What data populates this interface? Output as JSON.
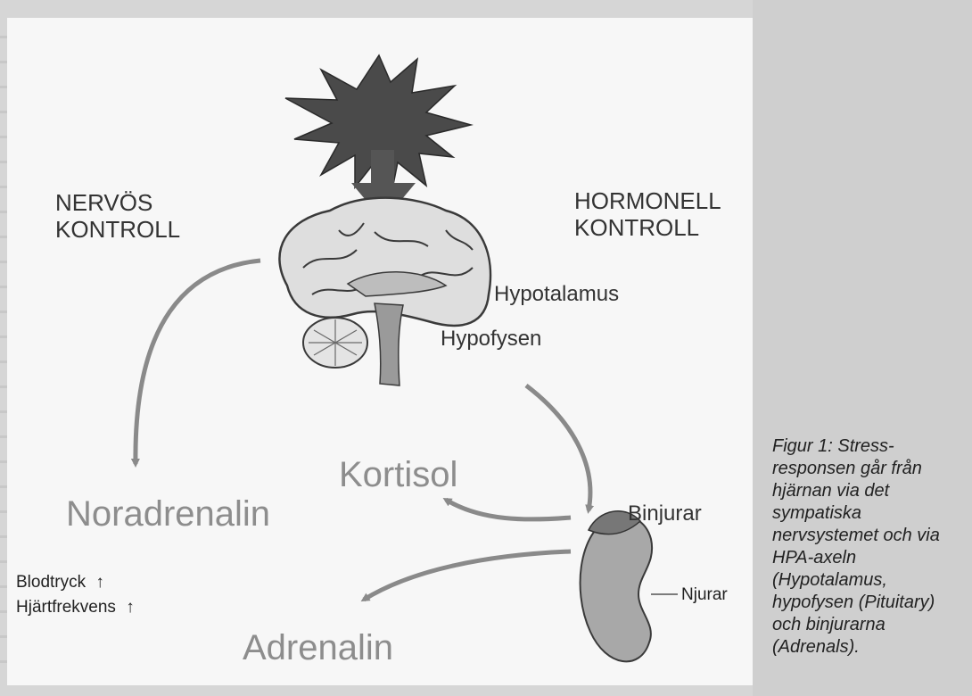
{
  "labels": {
    "nervous_line1": "NERVÖS",
    "nervous_line2": "KONTROLL",
    "hormonal_line1": "HORMONELL",
    "hormonal_line2": "KONTROLL",
    "hypotalamus": "Hypotalamus",
    "hypofysen": "Hypofysen",
    "kortisol": "Kortisol",
    "binjurar": "Binjurar",
    "njurar": "Njurar",
    "noradrenalin": "Noradrenalin",
    "adrenalin": "Adrenalin",
    "blodtryck": "Blodtryck",
    "hjartfrekvens": "Hjärtfrekvens",
    "up_arrow": "↑"
  },
  "caption": "Figur 1: Stress-responsen går från hjärnan via det sympatiska nervsystemet och via HPA-axeln (Hypotalamus, hypofysen (Pituitary) och binjurarna (Adrenals).",
  "colors": {
    "panel": "#f7f7f7",
    "background": "#d6d6d6",
    "arrow": "#8a8a8a",
    "starburst": "#4a4a4a",
    "brain_fill": "#dedede",
    "brain_stroke": "#3a3a3a"
  }
}
